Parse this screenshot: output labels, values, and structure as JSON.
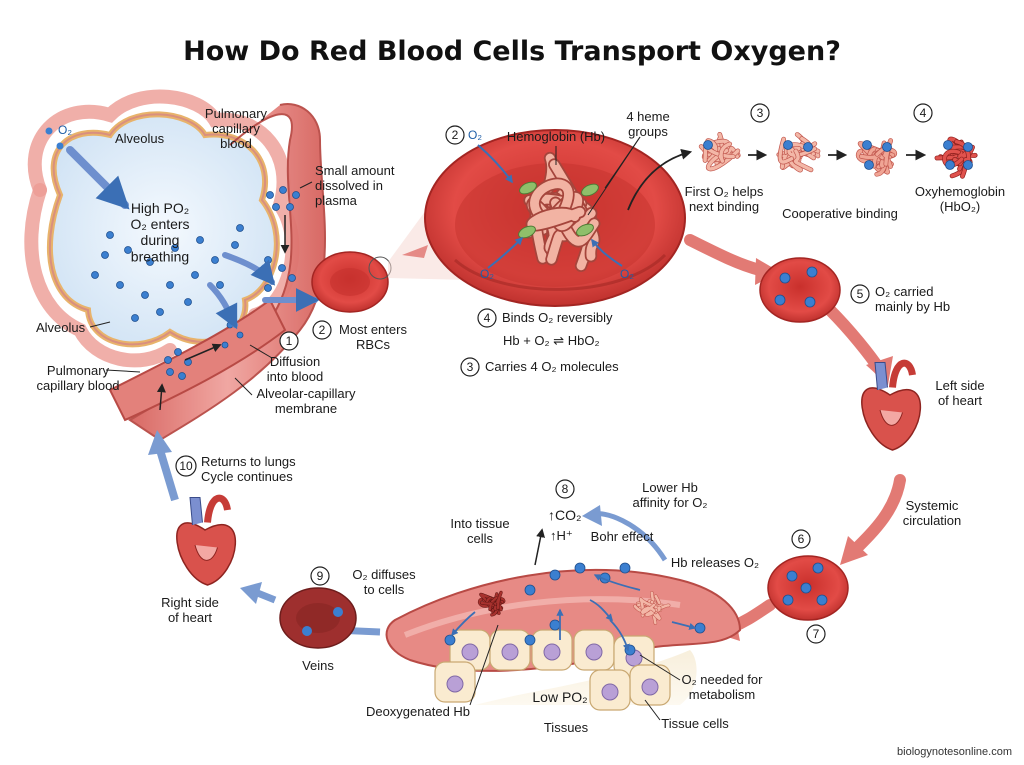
{
  "title": "How Do Red Blood Cells Transport Oxygen?",
  "footer": "biologynotesonline.com",
  "colors": {
    "blood": "#d8413d",
    "vessel": "#e58a86",
    "oxygen": "#3b7fd0",
    "arrow": "#7a9bd1",
    "hb": "#efa591"
  },
  "labels": {
    "o2_top": "O₂",
    "alveolus_top": "Alveolus",
    "pulm_cap_top": "Pulmonary\ncapillary\nblood",
    "small_amount": "Small amount\ndissolved in\nplasma",
    "high_po2": "High PO₂\nO₂ enters\nduring\nbreathing",
    "alveolus_left": "Alveolus",
    "pulm_cap_left": "Pulmonary\ncapillary blood",
    "diffusion": "Diffusion\ninto blood",
    "alv_membrane": "Alveolar-capillary\nmembrane",
    "most_enters": "Most enters\nRBCs",
    "hemoglobin": "Hemoglobin (Hb)",
    "heme_groups": "4 heme\ngroups",
    "o2_rbc_a": "O₂",
    "o2_rbc_b": "O₂",
    "o2_rbc_c": "O₂",
    "first_o2": "First O₂ helps\nnext binding",
    "cooperative": "Cooperative binding",
    "oxyhb": "Oxyhemoglobin\n(HbO₂)",
    "binds": "Binds O₂ reversibly",
    "equation": "Hb + O₂ ⇌ HbO₂",
    "carries": "Carries 4 O₂ molecules",
    "carried_hb": "O₂ carried\nmainly by Hb",
    "left_heart": "Left side\nof heart",
    "systemic": "Systemic\ncirculation",
    "returns": "Returns to lungs\nCycle continues",
    "lower_affinity": "Lower Hb\naffinity for O₂",
    "co2": "↑CO₂",
    "h_ion": "↑H⁺",
    "bohr": "Bohr effect",
    "into_tissue": "Into tissue\ncells",
    "hb_releases": "Hb releases O₂",
    "o2_diffuses": "O₂ diffuses\nto cells",
    "right_heart": "Right side\nof heart",
    "veins": "Veins",
    "deoxy": "Deoxygenated Hb",
    "low_po2": "Low PO₂",
    "tissues": "Tissues",
    "tissue_cells": "Tissue cells",
    "o2_needed": "O₂ needed for\nmetabolism",
    "rbc_o2": "O₂"
  },
  "steps": {
    "s1": "1",
    "s2": "2",
    "s2b": "2",
    "s3": "3",
    "s3b": "3",
    "s4": "4",
    "s4b": "4",
    "s5": "5",
    "s6": "6",
    "s7": "7",
    "s8": "8",
    "s9": "9",
    "s10": "10"
  }
}
